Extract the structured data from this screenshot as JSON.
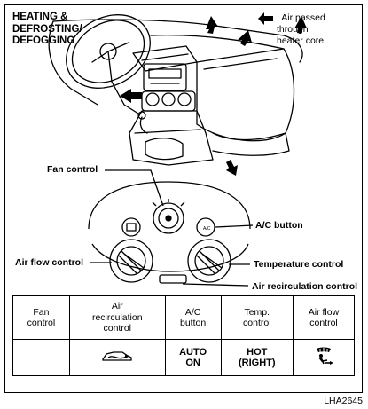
{
  "title": "HEATING &\nDEFROSTING/\nDEFOGGING",
  "legend": {
    "text": ": Air passed\nthrough\nheater core",
    "icon": "filled-arrow-icon"
  },
  "callouts": {
    "fan_control": "Fan control",
    "ac_button": "A/C button",
    "air_flow_control": "Air flow control",
    "temperature_control": "Temperature control",
    "air_recirculation_control": "Air recirculation control"
  },
  "table": {
    "headers": [
      "Fan\ncontrol",
      "Air\nrecirculation\ncontrol",
      "A/C\nbutton",
      "Temp.\ncontrol",
      "Air flow\ncontrol"
    ],
    "row": {
      "fan": "",
      "recirculation_icon": "car-outside-air-icon",
      "ac": "AUTO\nON",
      "temp": "HOT\n(RIGHT)",
      "airflow_icon": "defrost-floor-airflow-icon"
    }
  },
  "figure_code": "LHA2645"
}
